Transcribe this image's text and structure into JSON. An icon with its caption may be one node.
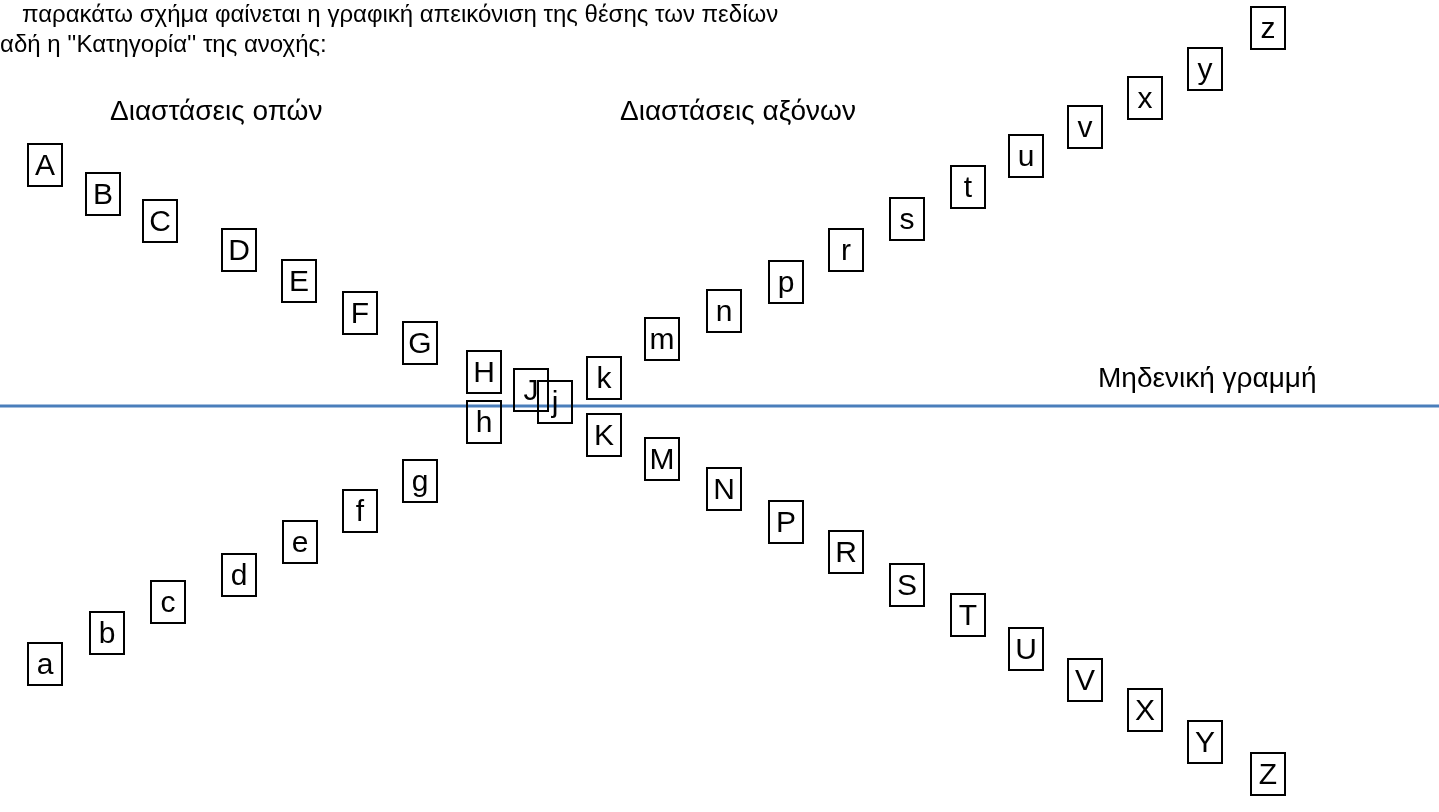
{
  "diagram": {
    "nodes": [
      {
        "text": [
          "A"
        ]
      },
      {
        "text": [
          "B"
        ]
      },
      {
        "text": [
          "C"
        ]
      },
      {
        "text": [
          "D"
        ]
      },
      {
        "text": [
          "E"
        ]
      },
      {
        "text": [
          "F"
        ]
      },
      {
        "text": [
          "G"
        ]
      },
      {
        "text": [
          "H"
        ]
      },
      {
        "text": [
          "J"
        ]
      },
      {
        "text": [
          "K"
        ]
      },
      {
        "text": [
          "M"
        ]
      },
      {
        "text": [
          "N"
        ]
      },
      {
        "text": [
          "P"
        ]
      },
      {
        "text": [
          "R"
        ]
      },
      {
        "text": [
          "S"
        ]
      },
      {
        "text": [
          "T"
        ]
      },
      {
        "text": [
          "U"
        ]
      },
      {
        "text": [
          "V"
        ]
      },
      {
        "text": [
          "X"
        ]
      },
      {
        "text": [
          "Y"
        ]
      },
      {
        "text": [
          "Z"
        ]
      },
      {
        "text": [
          "a"
        ]
      },
      {
        "text": [
          "b"
        ]
      },
      {
        "text": [
          "c"
        ]
      },
      {
        "text": [
          "d"
        ]
      },
      {
        "text": [
          "e"
        ]
      },
      {
        "text": [
          "f"
        ]
      },
      {
        "text": [
          "g"
        ]
      },
      {
        "text": [
          "h"
        ]
      },
      {
        "text": [
          "j"
        ]
      },
      {
        "text": [
          "k"
        ]
      },
      {
        "text": [
          "m"
        ]
      },
      {
        "text": [
          "n"
        ]
      },
      {
        "text": [
          "p"
        ]
      },
      {
        "text": [
          "r"
        ]
      },
      {
        "text": [
          "s"
        ]
      },
      {
        "text": [
          "t"
        ]
      },
      {
        "text": [
          "u"
        ]
      },
      {
        "text": [
          "v"
        ]
      },
      {
        "text": [
          "x"
        ]
      },
      {
        "text": [
          "y"
        ]
      },
      {
        "text": [
          "z"
        ]
      }
    ],
    "labels": [
      "παρακάτω σχήμα φαίνεται η γραφική απεικόνιση της θέσης των πεδίων",
      "αδή η ''Κατηγορία'' της ανοχής:",
      "Διαστάσεις οπών",
      "Διαστάσεις αξόνων",
      "Μηδενική γραμμή"
    ]
  }
}
